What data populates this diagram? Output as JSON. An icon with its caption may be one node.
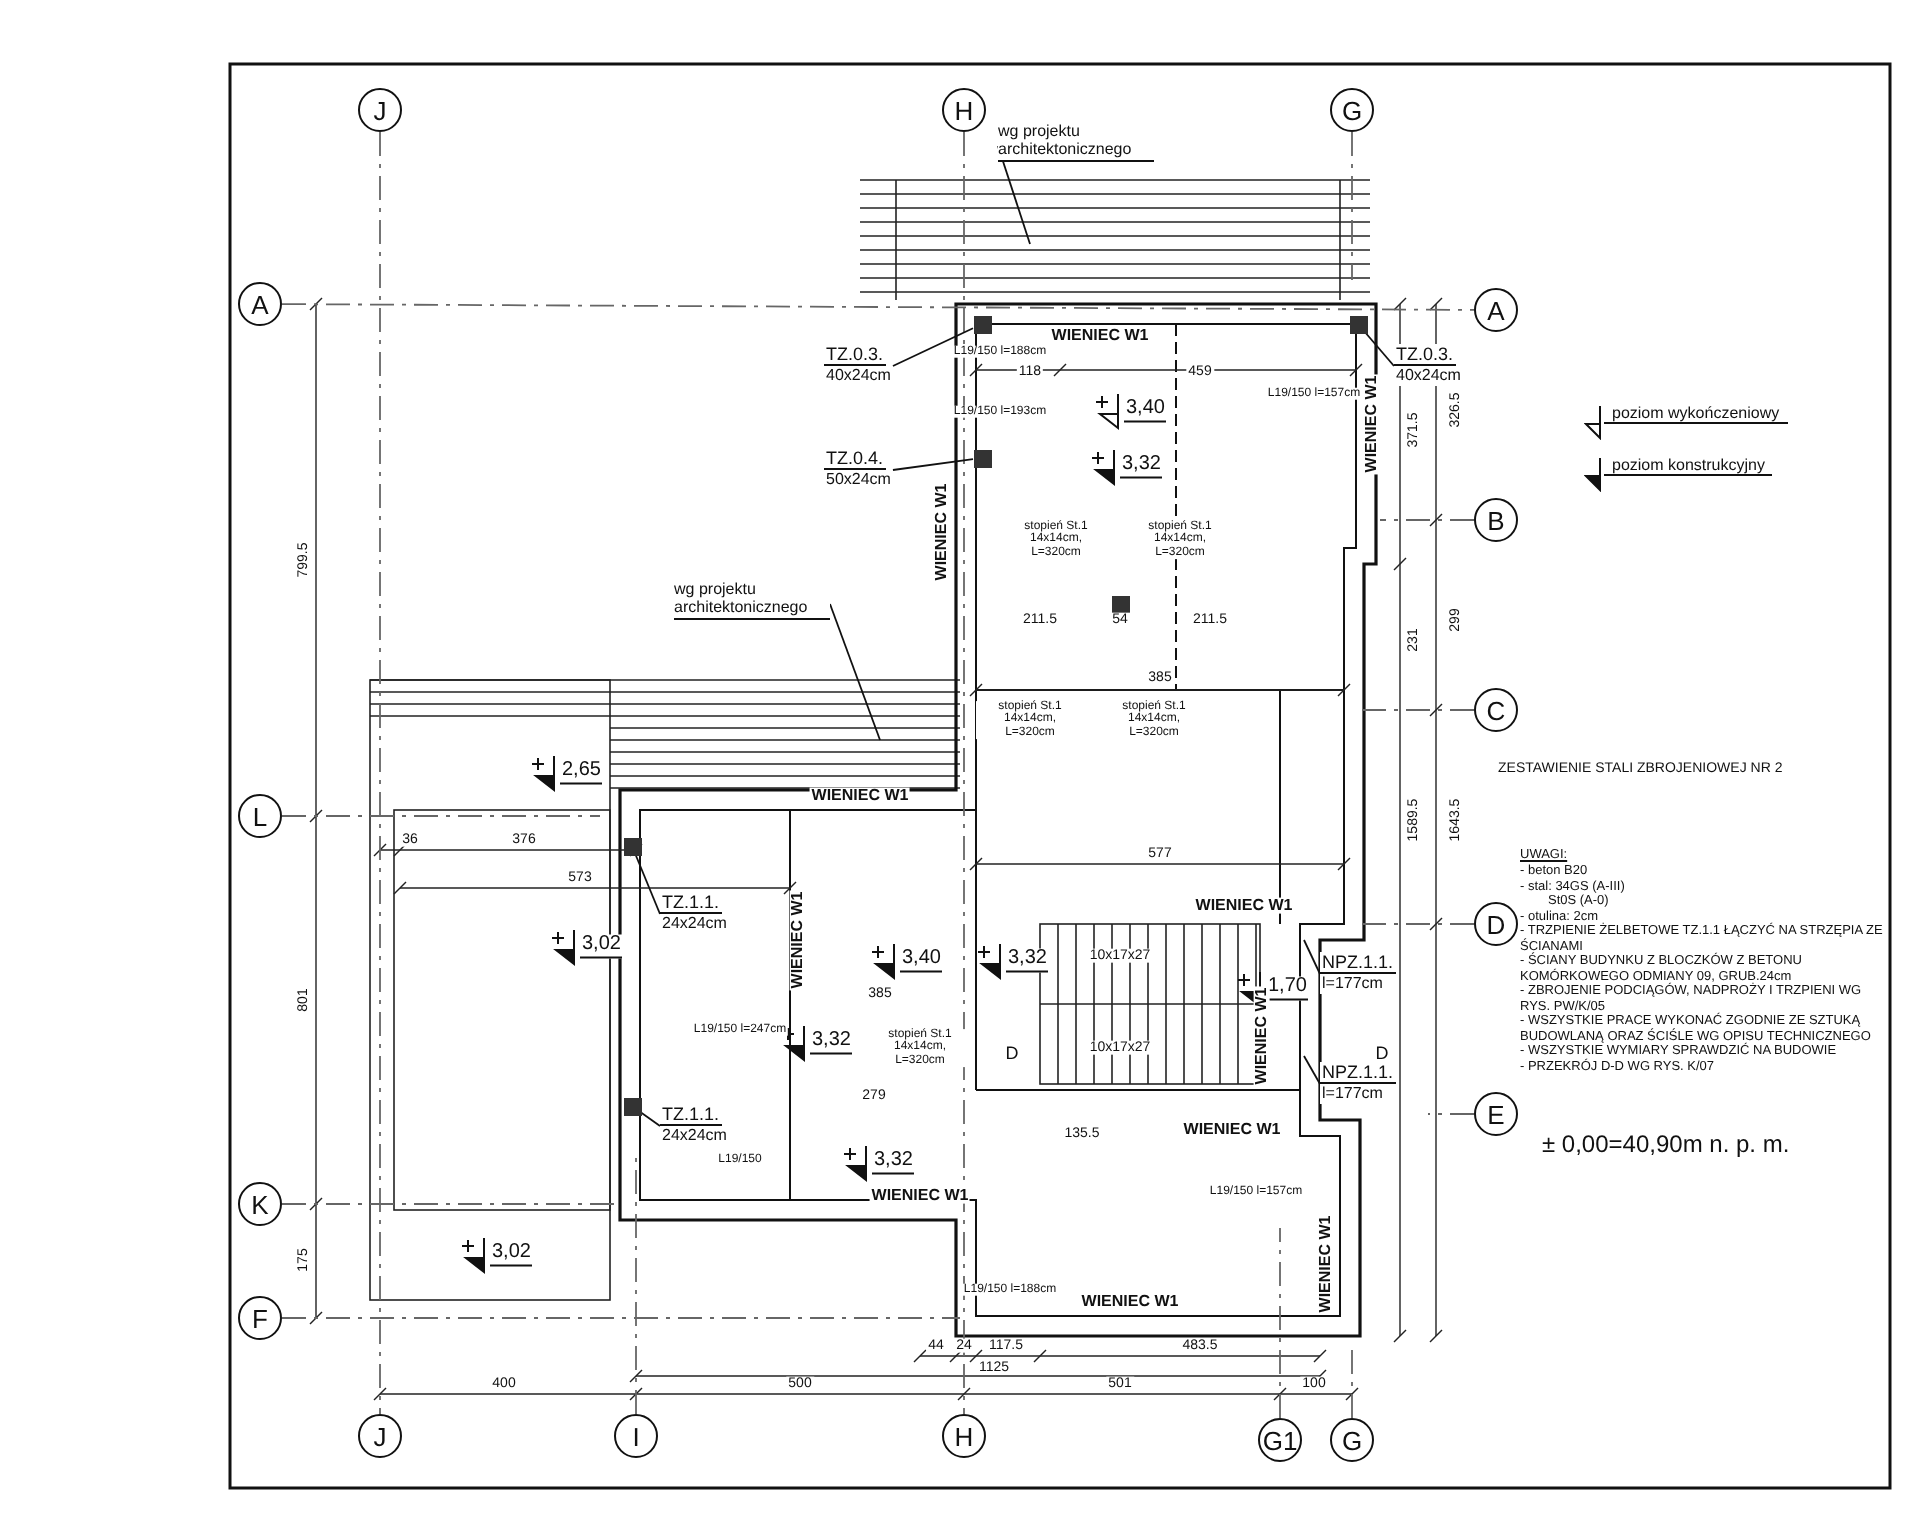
{
  "diagram": {
    "nodes": [
      {
        "text": [
          "J"
        ]
      },
      {
        "text": [
          "H"
        ]
      },
      {
        "text": [
          "G"
        ]
      },
      {
        "text": [
          "A"
        ]
      },
      {
        "text": [
          "A"
        ]
      },
      {
        "text": [
          "B"
        ]
      },
      {
        "text": [
          "C"
        ]
      },
      {
        "text": [
          "L"
        ]
      },
      {
        "text": [
          "D"
        ]
      },
      {
        "text": [
          "E"
        ]
      },
      {
        "text": [
          "K"
        ]
      },
      {
        "text": [
          "F"
        ]
      },
      {
        "text": [
          "J"
        ]
      },
      {
        "text": [
          "I"
        ]
      },
      {
        "text": [
          "H"
        ]
      },
      {
        "text": [
          "G1"
        ]
      },
      {
        "text": [
          "G"
        ]
      },
      {
        "text": [
          "wg projektu architektonicznego"
        ]
      },
      {
        "text": [
          "TZ.0.3.",
          "40x24cm"
        ]
      },
      {
        "text": [
          "TZ.0.3.",
          "40x24cm"
        ]
      },
      {
        "text": [
          "TZ.0.4.",
          "50x24cm"
        ]
      },
      {
        "text": [
          "wg projektu architektonicznego"
        ]
      },
      {
        "text": [
          "TZ.1.1.",
          "24x24cm"
        ]
      },
      {
        "text": [
          "NPZ.1.1.",
          "l=177cm"
        ]
      },
      {
        "text": [
          "NPZ.1.1.",
          "l=177cm"
        ]
      },
      {
        "text": [
          "TZ.1.1.",
          "24x24cm"
        ]
      },
      {
        "text": [],
        "shape": "box"
      },
      {
        "text": [],
        "shape": "box"
      },
      {
        "text": [],
        "shape": "box"
      },
      {
        "text": [],
        "shape": "box"
      },
      {
        "text": [],
        "shape": "box"
      }
    ],
    "edges": [
      {
        "from": 0,
        "to": 12,
        "arrow": "none",
        "style": "dashed"
      },
      {
        "from": 1,
        "to": 14,
        "arrow": "none",
        "style": "dashed"
      },
      {
        "from": 2,
        "to": null,
        "arrow": "none",
        "style": "dashed"
      },
      {
        "from": 3,
        "to": 4,
        "arrow": "none",
        "style": "dashed"
      },
      {
        "from": 17,
        "to": null,
        "arrow": "none"
      },
      {
        "from": 18,
        "to": 26,
        "arrow": "none"
      },
      {
        "from": 19,
        "to": 27,
        "arrow": "none"
      },
      {
        "from": 20,
        "to": 28,
        "arrow": "none"
      },
      {
        "from": 21,
        "to": null,
        "arrow": "none"
      },
      {
        "from": 22,
        "to": 29,
        "arrow": "none"
      },
      {
        "from": 23,
        "to": null,
        "arrow": "none"
      },
      {
        "from": 24,
        "to": null,
        "arrow": "none"
      },
      {
        "from": 25,
        "to": 30,
        "arrow": "none"
      },
      {
        "from": 16,
        "to": null,
        "arrow": "none",
        "style": "dashed"
      },
      {
        "from": 5,
        "to": null,
        "arrow": "none",
        "style": "dashed"
      },
      {
        "from": 6,
        "to": null,
        "arrow": "none",
        "style": "dashed"
      },
      {
        "from": 7,
        "to": null,
        "arrow": "none",
        "style": "dashed"
      },
      {
        "from": 8,
        "to": null,
        "arrow": "none",
        "style": "dashed"
      },
      {
        "from": 9,
        "to": null,
        "arrow": "none",
        "style": "dashed"
      },
      {
        "from": 10,
        "to": null,
        "arrow": "none",
        "style": "dashed"
      },
      {
        "from": 11,
        "to": null,
        "arrow": "none",
        "style": "dashed"
      },
      {
        "from": 13,
        "to": null,
        "arrow": "none",
        "style": "dashed"
      },
      {
        "from": 15,
        "to": null,
        "arrow": "none",
        "style": "dashed"
      }
    ],
    "labels": [
      "3,40",
      "3,32",
      "2,65",
      "3,02",
      "3,40",
      "3,32",
      "1,70",
      "3,32",
      "3,32",
      "3,02",
      "WIENIEC W1",
      "WIENIEC W1",
      "WIENIEC W1",
      "WIENIEC W1",
      "WIENIEC W1",
      "WIENIEC W1",
      "WIENIEC W1",
      "WIENIEC W1",
      "WIENIEC W1",
      "WIENIEC W1",
      "WIENIEC W1",
      "stopień St.1 14x14cm, L=320cm",
      "stopień St.1 14x14cm, L=320cm",
      "stopień St.1 14x14cm, L=320cm",
      "stopień St.1 14x14cm, L=320cm",
      "stopień St.1 14x14cm, L=320cm",
      "10x17x27",
      "10x17x27",
      "L19/150 l=188cm",
      "L19/150 l=157cm",
      "L19/150 l=193cm",
      "L19/150 l=247cm",
      "L19/150",
      "L19/150 l=157cm",
      "L19/150 l=188cm",
      "118",
      "459",
      "326.5",
      "371.5",
      "231",
      "299",
      "1589.5",
      "1643.5",
      "799.5",
      "801",
      "175",
      "36",
      "376",
      "573",
      "211.5",
      "54",
      "211.5",
      "385",
      "577",
      "385",
      "279",
      "135.5",
      "44",
      "24",
      "117.5",
      "483.5",
      "1125",
      "400",
      "500",
      "501",
      "100",
      "D",
      "D",
      "ZESTAWIENIE STALI ZBROJENIOWEJ NR 2",
      "UWAGI:",
      "- beton B20",
      "- stal: 34GS (A-III)",
      "St0S (A-0)",
      "- otulina: 2cm",
      "- TRZPIENIE ŻELBETOWE TZ.1.1 ŁĄCZYĆ NA STRZĘPIA ZE ŚCIANAMI",
      "- ŚCIANY BUDYNKU Z BLOCZKÓW Z BETONU KOMÓRKOWEGO ODMIANY 09, GRUB.24cm",
      "- ZBROJENIE PODCIĄGÓW, NADPROŻY I TRZPIENI WG RYS. PW/K/05",
      "- WSZYSTKIE PRACE WYKONAĆ ZGODNIE ZE SZTUKĄ BUDOWLANĄ ORAZ ŚCIŚLE WG OPISU TECHNICZNEGO",
      "- WSZYSTKIE WYMIARY SPRAWDZIĆ NA BUDOWIE",
      "- PRZEKRÓJ D-D WG RYS. K/07",
      "± 0,00=40,90m n. p. m."
    ],
    "legend": [
      {
        "text": "poziom wykończeniowy"
      },
      {
        "text": "poziom konstrukcyjny"
      }
    ]
  }
}
